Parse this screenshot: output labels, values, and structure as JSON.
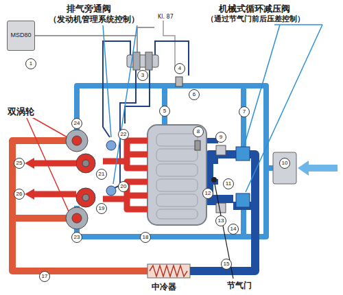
{
  "diagram": {
    "nodes": [
      {
        "text": [
          "MSD80"
        ]
      }
    ],
    "labels": [
      "排气旁通阀",
      "（发动机管理系统控制）",
      "机械式循环减压阀",
      "（通过节气门前后压差控制）",
      "双涡轮",
      "中冷器",
      "节气门",
      "Kl. 87",
      "1",
      "3",
      "4",
      "5",
      "6",
      "7",
      "8",
      "9",
      "10",
      "11",
      "12",
      "13",
      "14",
      "15",
      "17",
      "18",
      "19",
      "20",
      "21",
      "22",
      "23",
      "24",
      "25",
      "26"
    ]
  }
}
